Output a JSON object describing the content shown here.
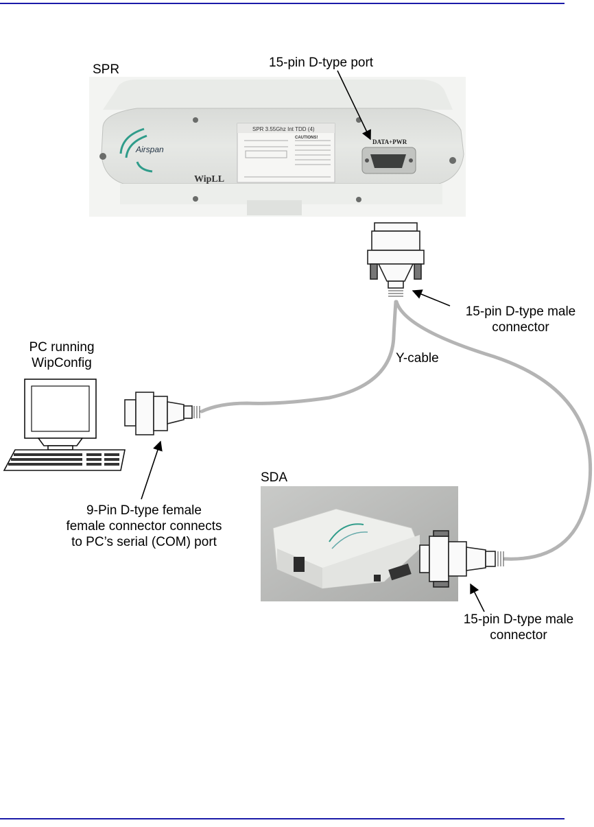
{
  "labels": {
    "spr": "SPR",
    "port": "15-pin D-type port",
    "male_top_1": "15-pin D-type male",
    "male_top_2": "connector",
    "pc_1": "PC running",
    "pc_2": "WipConfig",
    "ycable": "Y-cable",
    "sda": "SDA",
    "pc_conn_1": "9-Pin D-type female",
    "pc_conn_2": "female connector connects",
    "pc_conn_3": "to PC’s serial (COM) port",
    "male_bot_1": "15-pin D-type male",
    "male_bot_2": "connector"
  },
  "device_text": {
    "brand": "Airspan",
    "model": "WipLL",
    "product": "SPR 3.55Ghz Int TDD (4)",
    "caution": "CAUTIONS!",
    "port_label": "DATA+PWR"
  },
  "colors": {
    "rule": "#1a1aa8",
    "cable": "#b4b4b4",
    "device": "#e4e6e2",
    "brand_green": "#2f9c8a"
  }
}
